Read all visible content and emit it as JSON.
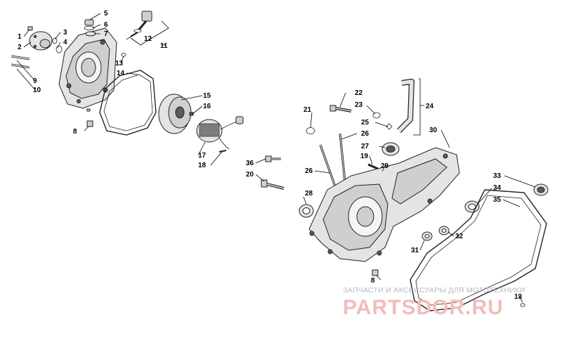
{
  "callouts": {
    "n1": "1",
    "n2": "2",
    "n3": "3",
    "n4": "4",
    "n5": "5",
    "n6": "6",
    "n7": "7",
    "n8a": "8",
    "n8b": "8",
    "n9": "9",
    "n10": "10",
    "n11": "11",
    "n12": "12",
    "n13a": "13",
    "n13b": "13",
    "n14": "14",
    "n15": "15",
    "n16": "16",
    "n17": "17",
    "n18": "18",
    "n19": "19",
    "n20": "20",
    "n21": "21",
    "n22": "22",
    "n23": "23",
    "n24": "24",
    "n25": "25",
    "n26a": "26",
    "n26b": "26",
    "n27": "27",
    "n28": "28",
    "n29": "29",
    "n30": "30",
    "n31": "31",
    "n32": "32",
    "n33": "33",
    "n34": "34",
    "n35": "35",
    "n36": "36"
  },
  "watermark": {
    "caption": "ЗАПЧАСТИ И АКСЕССУАРЫ ДЛЯ МОТОТЕХНИКИ",
    "logo": "PARTSDOR.RU"
  }
}
